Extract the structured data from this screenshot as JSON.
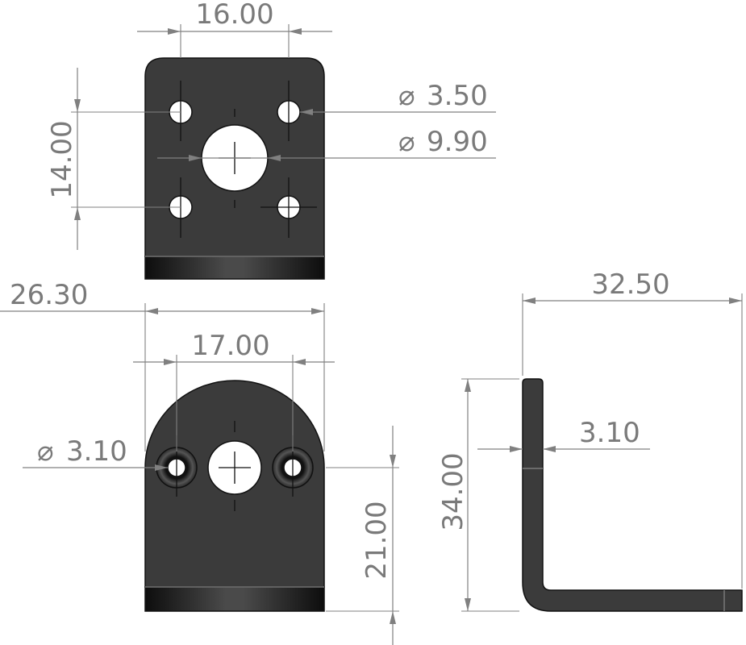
{
  "dimensions": {
    "top_view_width": "16.00",
    "top_view_height": "14.00",
    "small_hole_diameter": "3.50",
    "center_hole_diameter": "9.90",
    "front_view_overall_width": "26.30",
    "front_view_hole_spacing": "17.00",
    "front_view_side_hole_diameter": "3.10",
    "front_view_height": "21.00",
    "side_view_length": "32.50",
    "side_view_height": "34.00",
    "side_view_thickness": "3.10"
  },
  "symbols": {
    "diameter": "⌀"
  },
  "colors": {
    "part_fill": "#3b3b3b",
    "part_edge": "#111111",
    "dimension": "#808080"
  }
}
